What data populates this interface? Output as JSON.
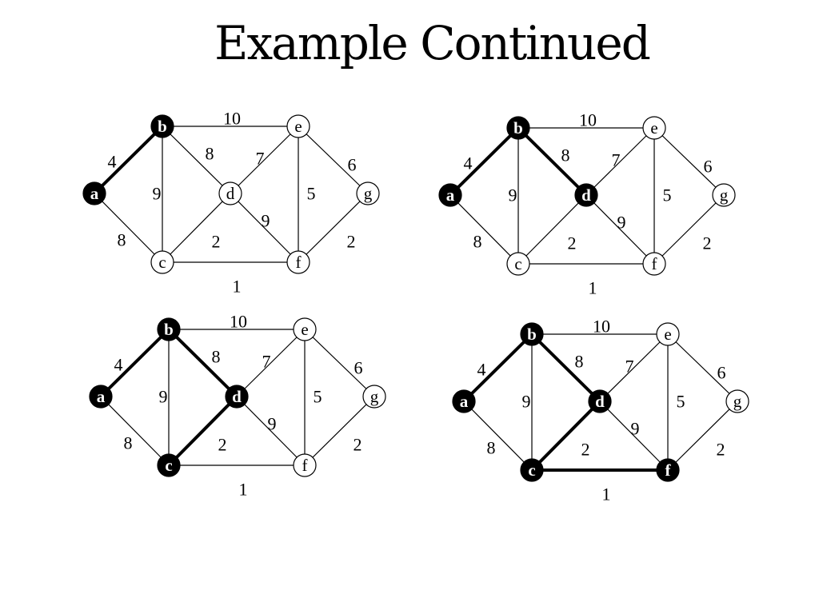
{
  "title": "Example Continued",
  "panels": [
    {
      "visited": [
        "a",
        "b"
      ],
      "bold_edges": [
        "a-b"
      ]
    },
    {
      "visited": [
        "a",
        "b",
        "d"
      ],
      "bold_edges": [
        "a-b",
        "b-d"
      ]
    },
    {
      "visited": [
        "a",
        "b",
        "c",
        "d"
      ],
      "bold_edges": [
        "a-b",
        "b-d",
        "c-d"
      ]
    },
    {
      "visited": [
        "a",
        "b",
        "c",
        "d",
        "f"
      ],
      "bold_edges": [
        "a-b",
        "b-d",
        "c-d",
        "c-f"
      ]
    }
  ],
  "nodes": [
    "a",
    "b",
    "c",
    "d",
    "e",
    "f",
    "g"
  ],
  "edges": [
    {
      "id": "a-b",
      "from": "a",
      "to": "b",
      "weight": "4"
    },
    {
      "id": "a-c",
      "from": "a",
      "to": "c",
      "weight": "8"
    },
    {
      "id": "b-c",
      "from": "b",
      "to": "c",
      "weight": "9"
    },
    {
      "id": "b-d",
      "from": "b",
      "to": "d",
      "weight": "8"
    },
    {
      "id": "b-e",
      "from": "b",
      "to": "e",
      "weight": "10"
    },
    {
      "id": "c-d",
      "from": "c",
      "to": "d",
      "weight": "2"
    },
    {
      "id": "c-f",
      "from": "c",
      "to": "f",
      "weight": "1"
    },
    {
      "id": "d-e",
      "from": "d",
      "to": "e",
      "weight": "7"
    },
    {
      "id": "d-f",
      "from": "d",
      "to": "f",
      "weight": "9"
    },
    {
      "id": "e-f",
      "from": "e",
      "to": "f",
      "weight": "5"
    },
    {
      "id": "e-g",
      "from": "e",
      "to": "g",
      "weight": "6"
    },
    {
      "id": "f-g",
      "from": "f",
      "to": "g",
      "weight": "2"
    }
  ]
}
